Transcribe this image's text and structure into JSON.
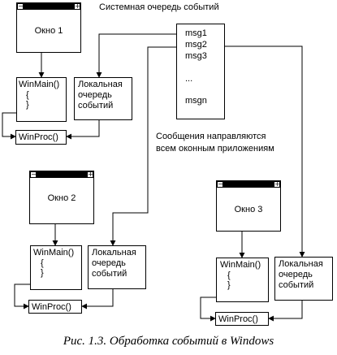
{
  "queue": {
    "title": "Системная очередь событий",
    "messages": [
      "msg1",
      "msg2",
      "msg3",
      "...",
      "msgn"
    ]
  },
  "note": {
    "line1": "Сообщения направляются",
    "line2": "всем оконным приложениям"
  },
  "window_controls": {
    "minimize": "−",
    "maximize": "+"
  },
  "apps": [
    {
      "window": "Окно 1",
      "winmain": "WinMain()",
      "brace_open": "{",
      "brace_close": "}",
      "local_queue": [
        "Локальная",
        "очередь",
        "событий"
      ],
      "winproc": "WinProc()"
    },
    {
      "window": "Окно 2",
      "winmain": "WinMain()",
      "brace_open": "{",
      "brace_close": "}",
      "local_queue": [
        "Локальная",
        "очередь",
        "событий"
      ],
      "winproc": "WinProc()"
    },
    {
      "window": "Окно 3",
      "winmain": "WinMain()",
      "brace_open": "{",
      "brace_close": "}",
      "local_queue": [
        "Локальная",
        "очередь",
        "событий"
      ],
      "winproc": "WinProc()"
    }
  ],
  "caption": "Рис. 1.3. Обработка событий в Windows"
}
